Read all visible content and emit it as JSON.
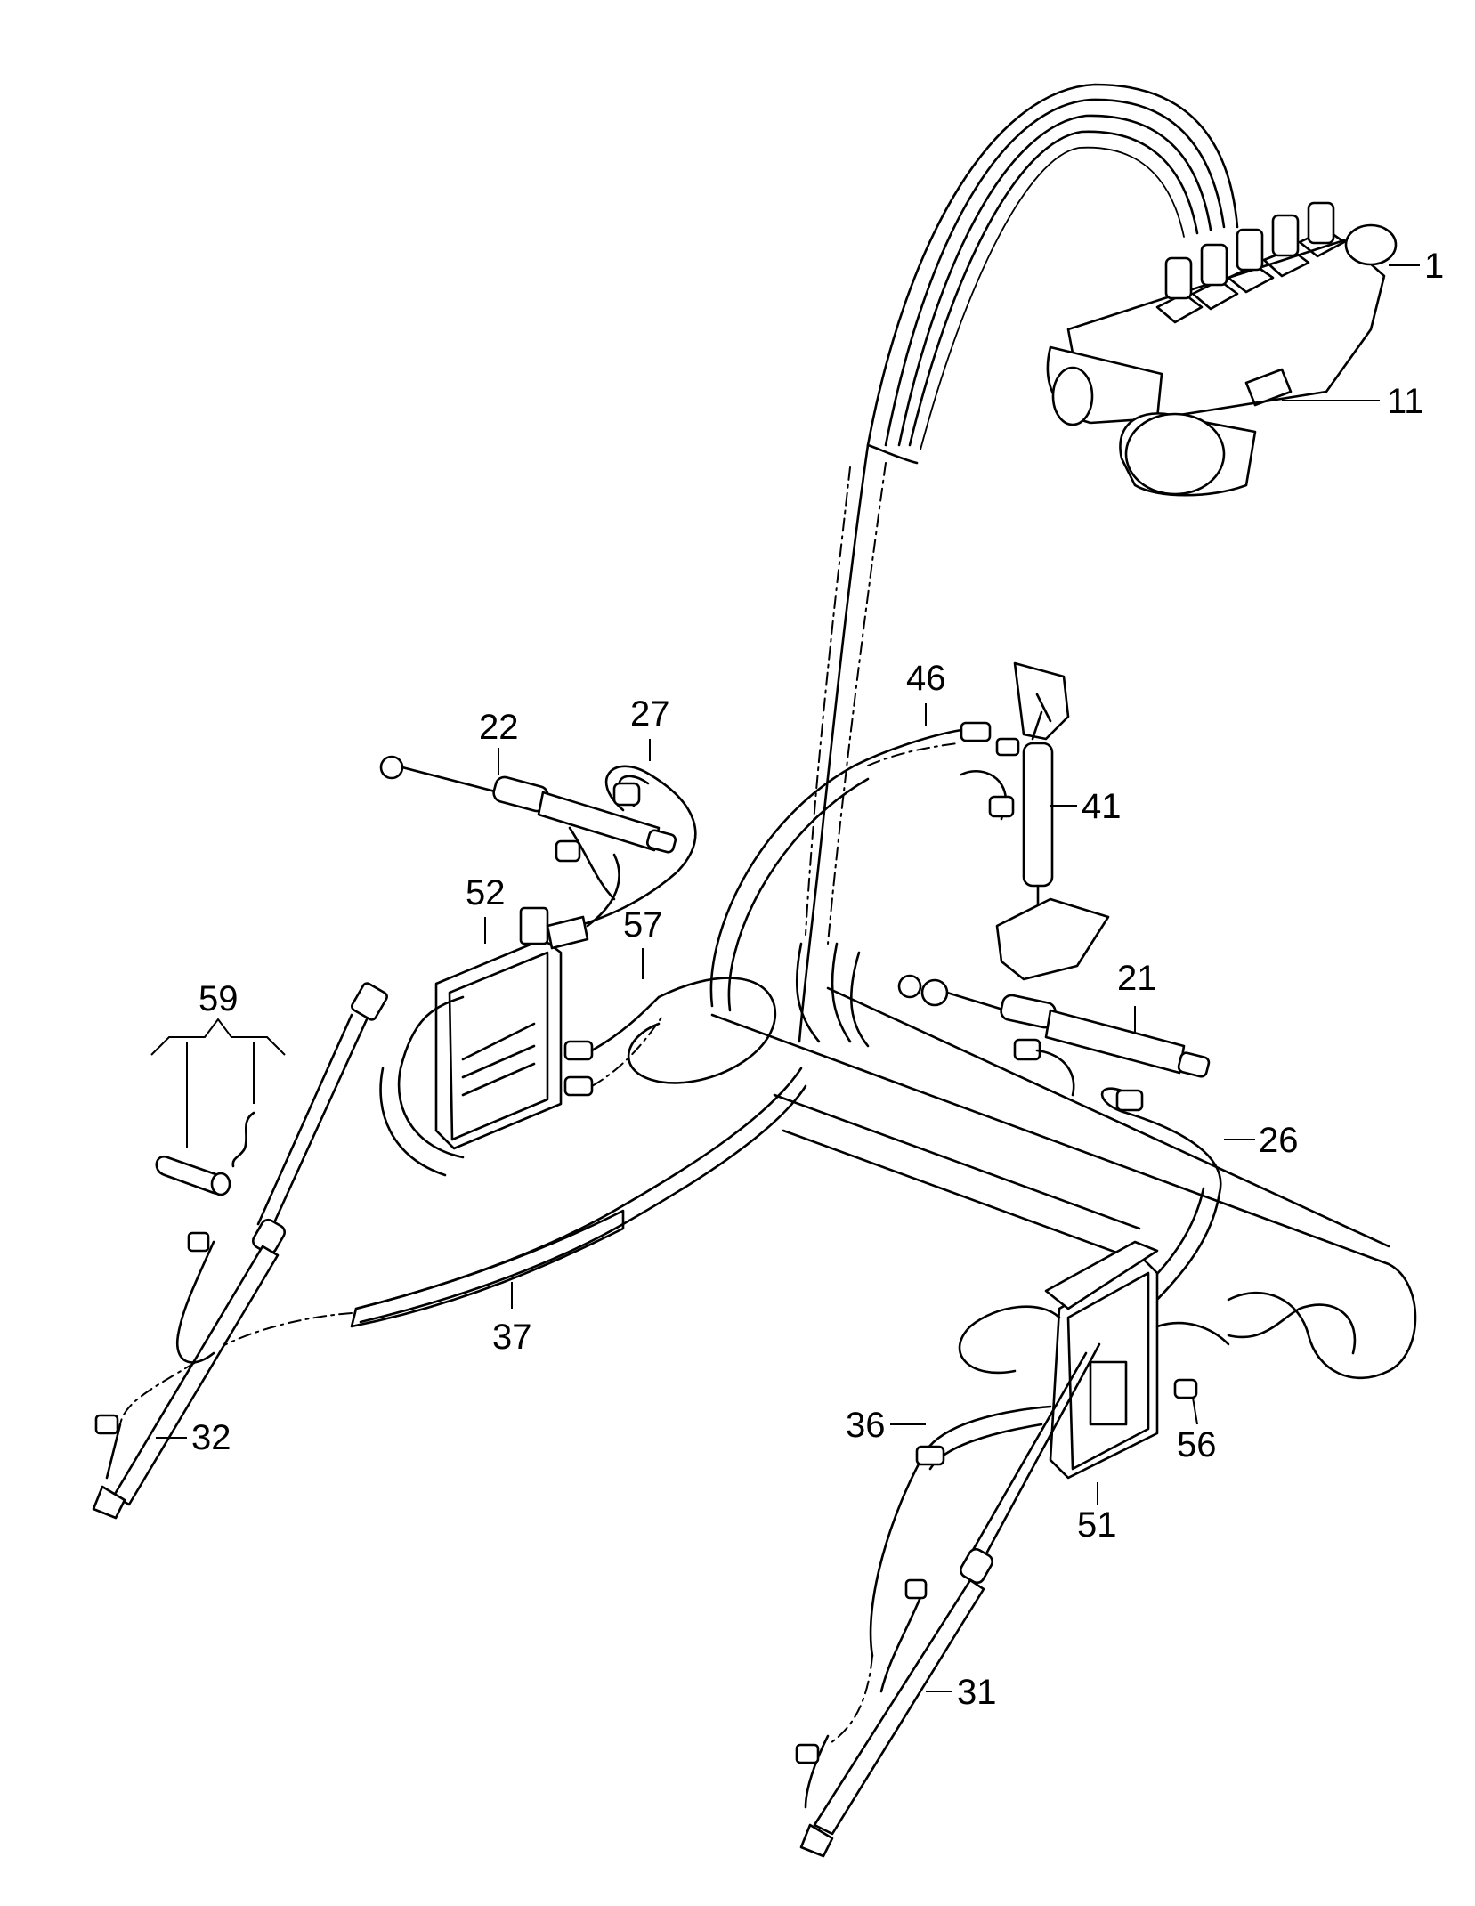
{
  "labels": {
    "p1": "1",
    "p11": "11",
    "p21": "21",
    "p22": "22",
    "p26": "26",
    "p27": "27",
    "p31": "31",
    "p32": "32",
    "p36": "36",
    "p37": "37",
    "p41": "41",
    "p46": "46",
    "p51": "51",
    "p52": "52",
    "p56": "56",
    "p57": "57",
    "p59": "59"
  }
}
